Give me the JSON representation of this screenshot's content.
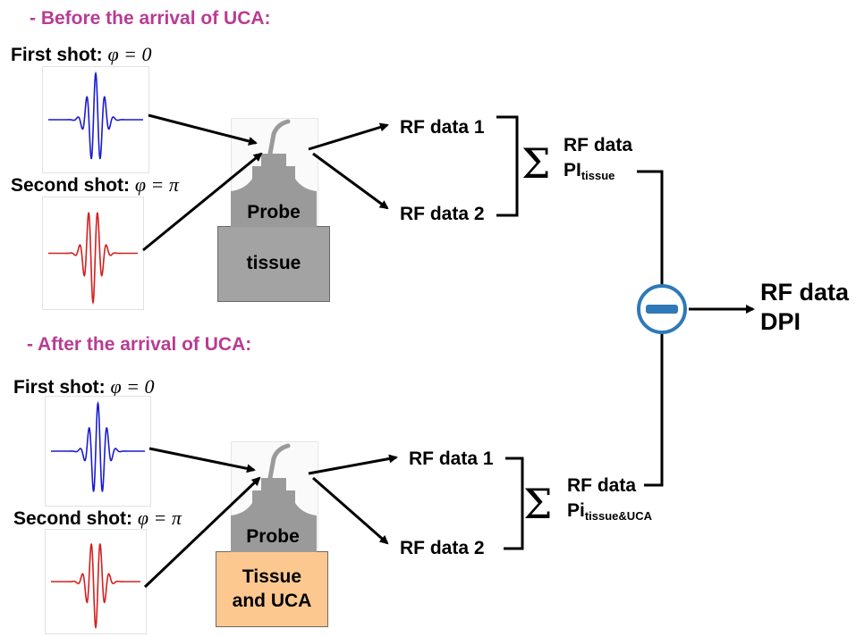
{
  "top_section": {
    "heading": "- Before the arrival of UCA:",
    "first_shot_label": "First shot:",
    "first_shot_phase": "φ = 0",
    "second_shot_label": "Second shot:",
    "second_shot_phase": "φ = π",
    "probe_label": "Probe",
    "medium_label": "tissue",
    "rf1": "RF data 1",
    "rf2": "RF data 2",
    "sigma": "Σ",
    "sum_line1": "RF data",
    "sum_line2_main": "PI",
    "sum_line2_sub": "tissue"
  },
  "bottom_section": {
    "heading": "- After the arrival of UCA:",
    "first_shot_label": "First shot:",
    "first_shot_phase": "φ = 0",
    "second_shot_label": "Second shot:",
    "second_shot_phase": "φ = π",
    "probe_label": "Probe",
    "medium_line1": "Tissue",
    "medium_line2": "and UCA",
    "rf1": "RF data 1",
    "rf2": "RF data 2",
    "sigma": "Σ",
    "sum_line1": "RF data",
    "sum_line2_main": "Pi",
    "sum_line2_sub": "tissue&UCA"
  },
  "output": {
    "operator": "subtract",
    "line1": "RF data",
    "line2": "DPI"
  },
  "colors": {
    "heading": "#b83c93",
    "pulse_first": "#1c1ccf",
    "pulse_second": "#d42020",
    "probe_gray": "#9a9a9a",
    "tissue_gray": "#a3a3a3",
    "tissue_uca": "#fcc88f",
    "minus_circle": "#2e79b8"
  }
}
